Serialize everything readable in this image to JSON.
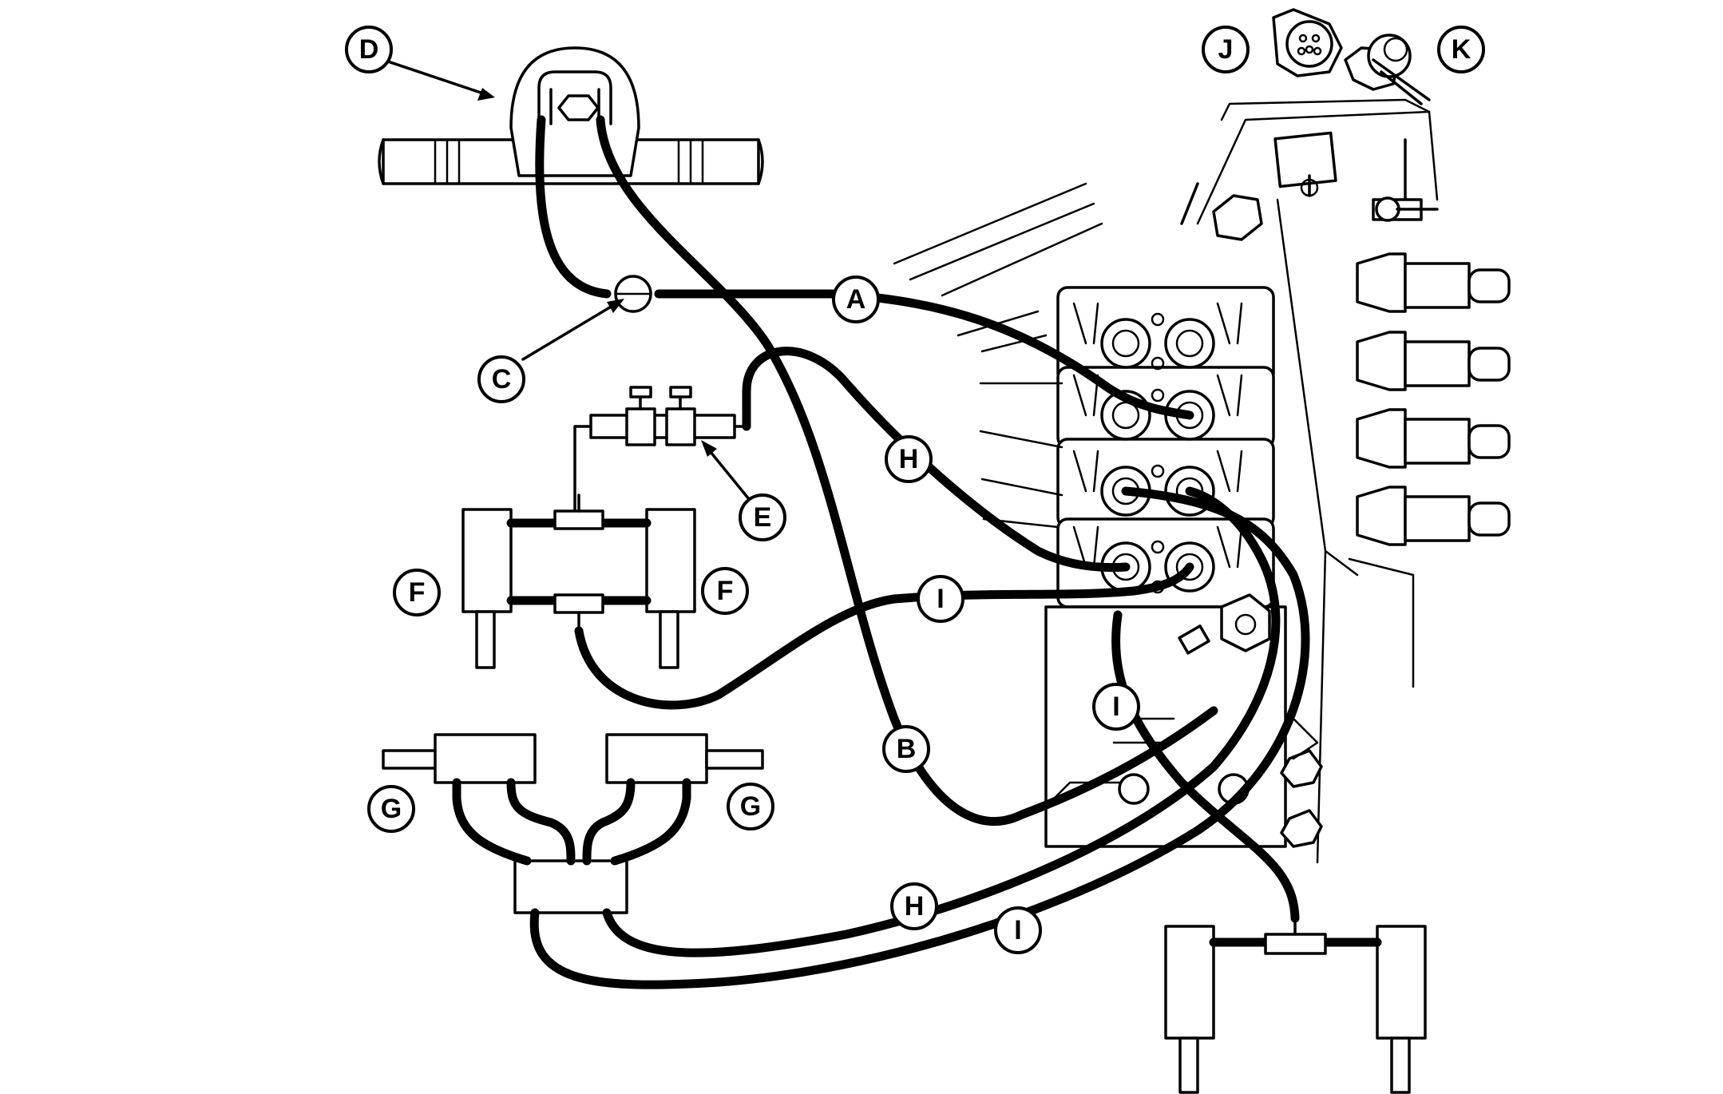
{
  "callouts": {
    "A": "A",
    "B": "B",
    "C": "C",
    "D": "D",
    "E": "E",
    "F": "F",
    "G": "G",
    "H": "H",
    "I": "I",
    "J": "J",
    "K": "K"
  },
  "colors": {
    "line": "#000000",
    "background": "#ffffff"
  }
}
